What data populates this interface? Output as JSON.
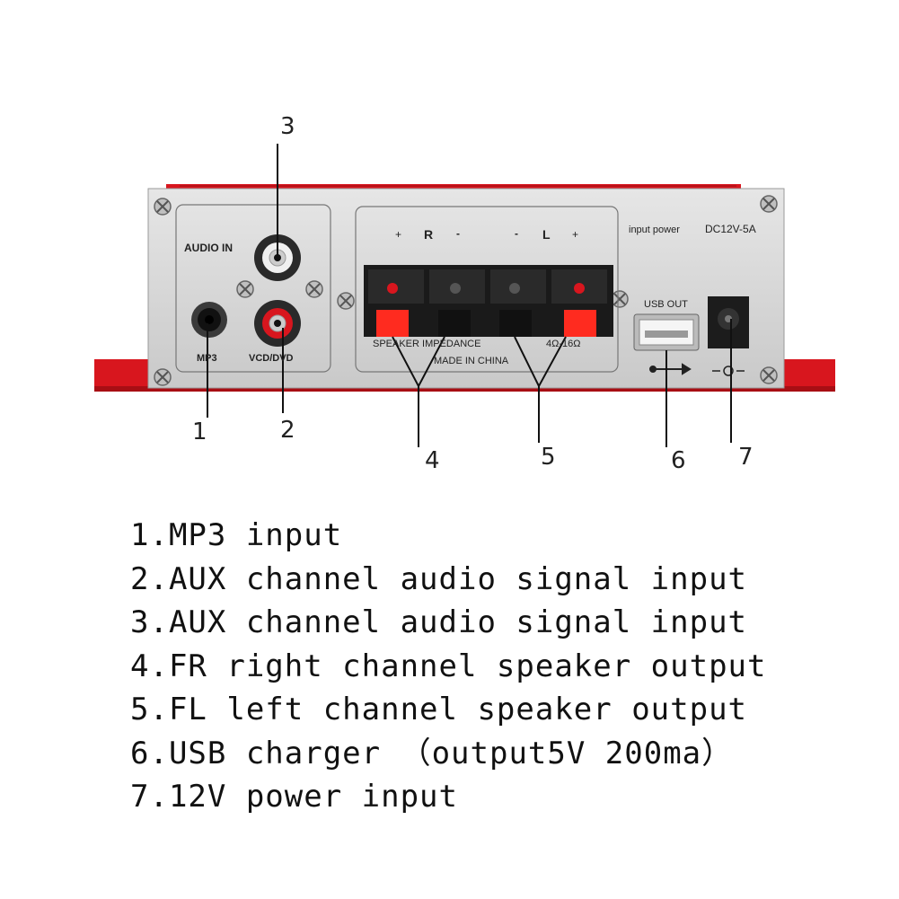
{
  "callouts": [
    "1",
    "2",
    "3",
    "4",
    "5",
    "6",
    "7"
  ],
  "panel": {
    "audio_in": "AUDIO IN",
    "mp3": "MP3",
    "vcd_dvd": "VCD/DVD",
    "plus_r": "+",
    "r": "R",
    "minus_r": "-",
    "minus_l": "-",
    "l": "L",
    "plus_l": "+",
    "speaker_impedance": "SPEAKER IMPEDANCE",
    "impedance_range": "4Ω-16Ω",
    "made_in_china": "MADE IN CHINA",
    "input_power": "input power",
    "dc_rating": "DC12V-5A",
    "usb_out": "USB OUT"
  },
  "colors": {
    "chassis_red": "#d8161e",
    "panel_silver": "#d7d7d7",
    "terminal_red": "#ff2b1f",
    "terminal_black": "#1a1a1a"
  },
  "legend": [
    "1.MP3 input",
    "2.AUX channel audio signal input",
    "3.AUX channel audio signal input",
    "4.FR right channel speaker output",
    "5.FL left channel speaker output",
    "6.USB charger （output5V 200ma）",
    "7.12V power input"
  ]
}
